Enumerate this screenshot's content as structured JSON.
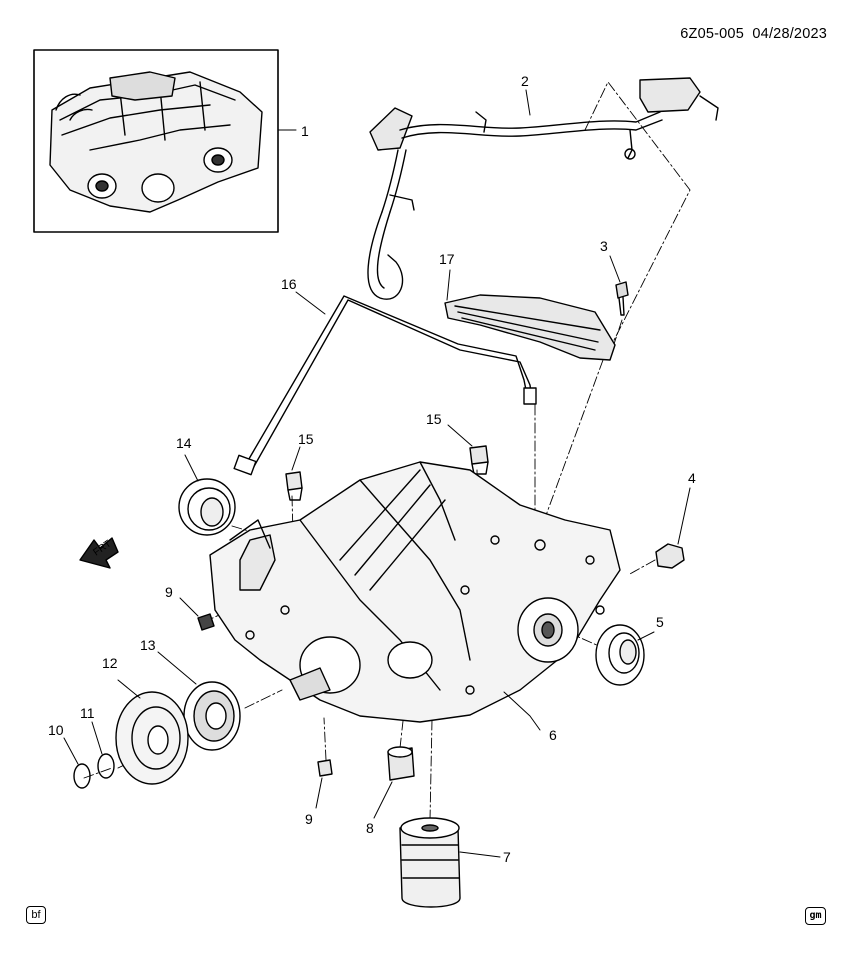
{
  "header": {
    "diagram_id": "6Z05-005",
    "date": "04/28/2023"
  },
  "direction_label": "FRT",
  "corner_badges": {
    "left": "bf",
    "right": "gm"
  },
  "parts": [
    {
      "id": "p1",
      "number": "1"
    },
    {
      "id": "p2",
      "number": "2"
    },
    {
      "id": "p3",
      "number": "3"
    },
    {
      "id": "p4",
      "number": "4"
    },
    {
      "id": "p5",
      "number": "5"
    },
    {
      "id": "p6",
      "number": "6"
    },
    {
      "id": "p7",
      "number": "7"
    },
    {
      "id": "p8",
      "number": "8"
    },
    {
      "id": "p9a",
      "number": "9"
    },
    {
      "id": "p9b",
      "number": "9"
    },
    {
      "id": "p10",
      "number": "10"
    },
    {
      "id": "p11",
      "number": "11"
    },
    {
      "id": "p12",
      "number": "12"
    },
    {
      "id": "p13",
      "number": "13"
    },
    {
      "id": "p14",
      "number": "14"
    },
    {
      "id": "p15a",
      "number": "15"
    },
    {
      "id": "p15b",
      "number": "15"
    },
    {
      "id": "p16",
      "number": "16"
    },
    {
      "id": "p17",
      "number": "17"
    }
  ]
}
